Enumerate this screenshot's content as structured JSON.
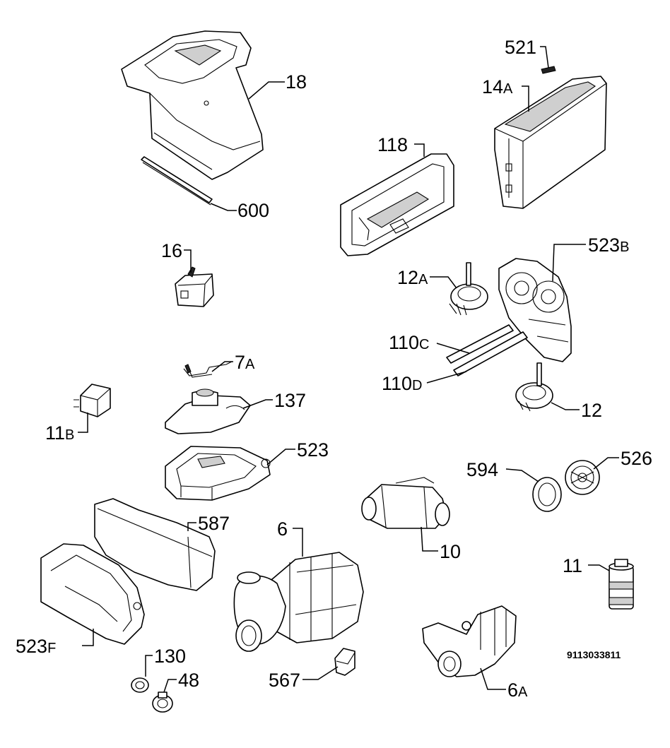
{
  "diagram_code": "9113033811",
  "parts": [
    {
      "id": "p18",
      "label": "18",
      "suffix": ""
    },
    {
      "id": "p600",
      "label": "600",
      "suffix": ""
    },
    {
      "id": "p521",
      "label": "521",
      "suffix": ""
    },
    {
      "id": "p14a",
      "label": "14",
      "suffix": "A"
    },
    {
      "id": "p118",
      "label": "118",
      "suffix": ""
    },
    {
      "id": "p16",
      "label": "16",
      "suffix": ""
    },
    {
      "id": "p523b",
      "label": "523",
      "suffix": "B"
    },
    {
      "id": "p12a",
      "label": "12",
      "suffix": "A"
    },
    {
      "id": "p110c",
      "label": "110",
      "suffix": "C"
    },
    {
      "id": "p110d",
      "label": "110",
      "suffix": "D"
    },
    {
      "id": "p12",
      "label": "12",
      "suffix": ""
    },
    {
      "id": "p7a",
      "label": "7",
      "suffix": "A"
    },
    {
      "id": "p137",
      "label": "137",
      "suffix": ""
    },
    {
      "id": "p11b",
      "label": "11",
      "suffix": "B"
    },
    {
      "id": "p523",
      "label": "523",
      "suffix": ""
    },
    {
      "id": "p594",
      "label": "594",
      "suffix": ""
    },
    {
      "id": "p526",
      "label": "526",
      "suffix": ""
    },
    {
      "id": "p587",
      "label": "587",
      "suffix": ""
    },
    {
      "id": "p6",
      "label": "6",
      "suffix": ""
    },
    {
      "id": "p10",
      "label": "10",
      "suffix": ""
    },
    {
      "id": "p11",
      "label": "11",
      "suffix": ""
    },
    {
      "id": "p523f",
      "label": "523",
      "suffix": "F"
    },
    {
      "id": "p130",
      "label": "130",
      "suffix": ""
    },
    {
      "id": "p48",
      "label": "48",
      "suffix": ""
    },
    {
      "id": "p567",
      "label": "567",
      "suffix": ""
    },
    {
      "id": "p6a",
      "label": "6",
      "suffix": "A"
    }
  ]
}
